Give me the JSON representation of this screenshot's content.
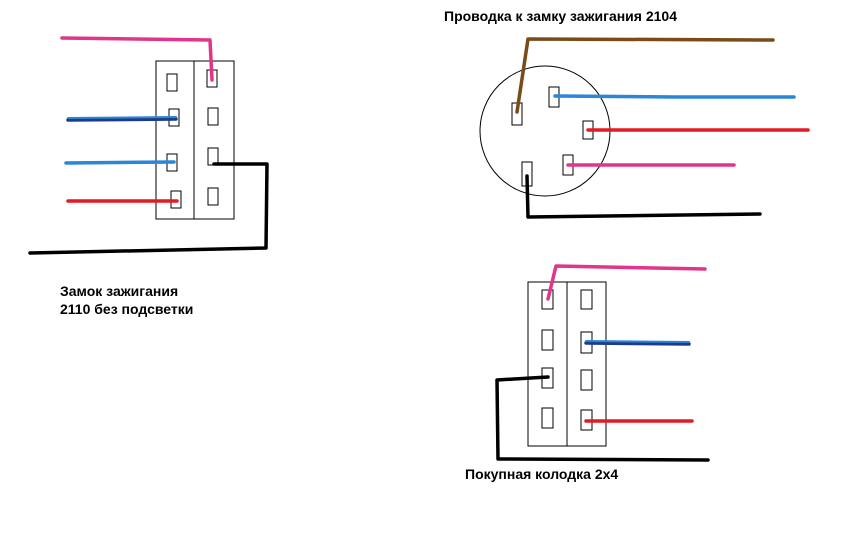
{
  "labels": {
    "ignition_2110_line1": "Замок зажигания",
    "ignition_2110_line2": "2110 без подсветки",
    "wiring_2104": "Проводка к замку зажигания 2104",
    "connector_2x4": "Покупная колодка 2х4"
  },
  "colors": {
    "pink": "#e0358a",
    "blue": "#2a86d6",
    "dark_blue": "#1f3a8a",
    "red": "#e11b22",
    "black": "#000000",
    "brown": "#7a4a17",
    "outline": "#000000"
  }
}
